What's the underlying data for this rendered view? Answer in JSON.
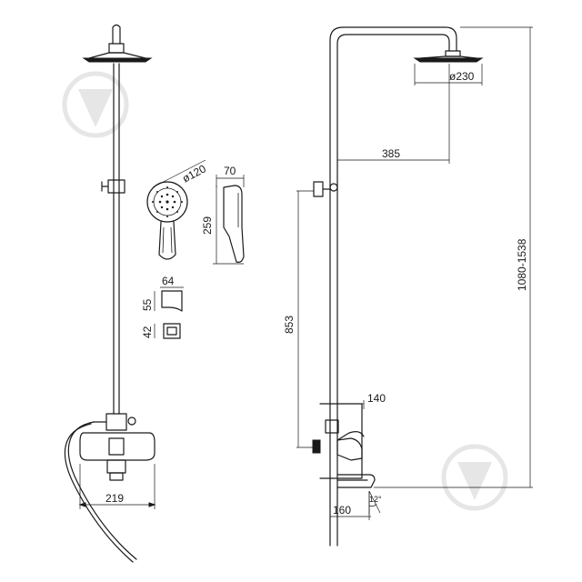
{
  "dimensions": {
    "head_diameter": "ø230",
    "arm_length": "385",
    "total_height": "1080-1538",
    "hand_diameter": "ø120",
    "hand_width": "70",
    "hand_length": "259",
    "holder_width": "64",
    "holder_height": "55",
    "bracket_height": "42",
    "slide_height": "853",
    "mixer_depth": "140",
    "spout_length": "160",
    "spout_angle": "12°",
    "mixer_width": "219"
  },
  "watermark": {
    "icon": "brand-watermark-icon"
  }
}
